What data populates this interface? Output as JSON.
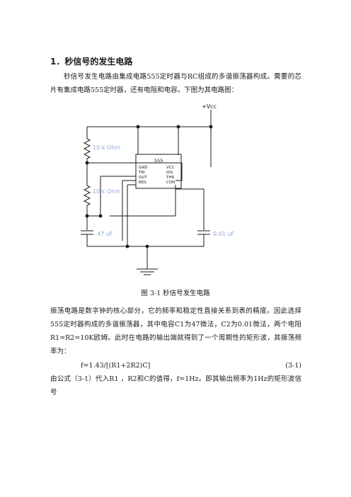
{
  "section": {
    "title": "1．秒信号的发生电路"
  },
  "intro": "秒信号发生电路由集成电路555定时器与RC组成的多谐振荡器构成。需要的芯片有集成电路555定时器，还有电阻和电容。下图为其电路图：",
  "circuit": {
    "vcc_label": "+Vcc",
    "r1_label": "10 k Ohm",
    "r2_label": "10 k Ohm",
    "c1_label": "47 uF",
    "c2_label": "0.01 uF",
    "chip_name": "555",
    "pins_left": [
      "GND",
      "TRI",
      "OUT",
      "RES"
    ],
    "pins_right": [
      "VCC",
      "DIS",
      "THR",
      "CON"
    ],
    "colors": {
      "wire": "#1a1a1a",
      "component_label": "#8fa8d8"
    }
  },
  "figure_caption": "图 3-1    秒信号发生电路",
  "body_paragraph": "振荡电路是数字钟的核心部分，它的频率和稳定性直接关系到表的精度。因此选择555定时器构成的多谐振荡器，其中电容C1为47微法，C2为0.01微法，两个电阻R1=R2=10K欧姆。此时在电路的输出端就得到了一个周期性的矩形波，其振荡频率为：",
  "formula": {
    "expression": "f=1.43/[(R1+2R2)C]",
    "number": "(3-1)"
  },
  "conclusion": "由公式（3-1）代入R1 ，R2和C的值得，f=1Hz。即其输出频率为1Hz的矩形波信号"
}
